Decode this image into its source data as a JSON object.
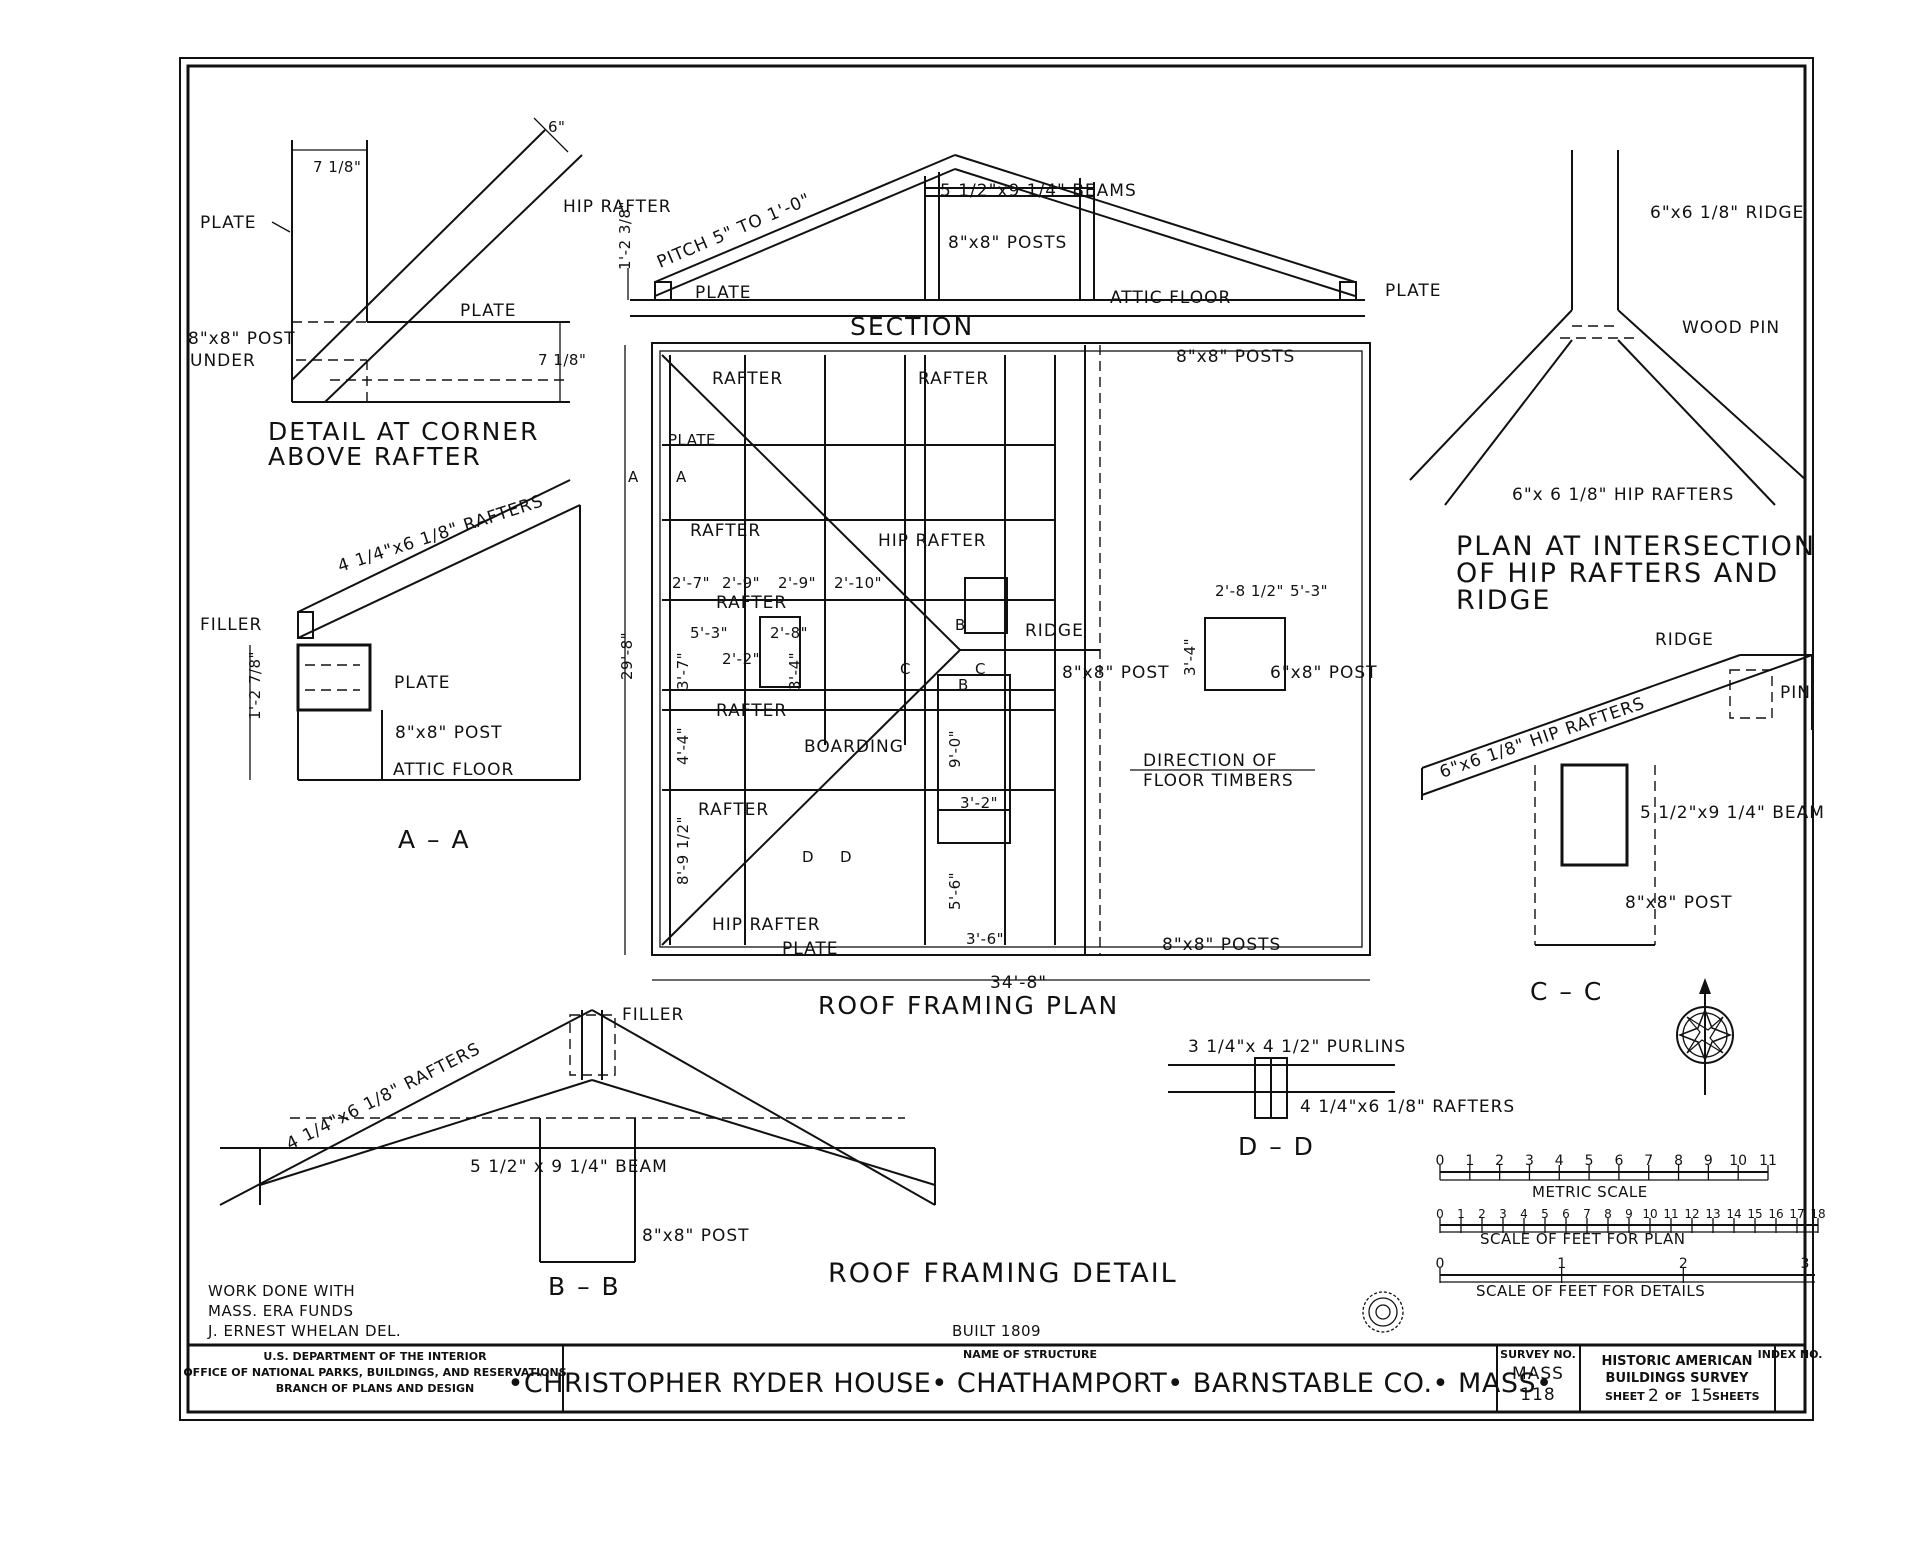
{
  "drawing": {
    "details": {
      "corner": {
        "title_1": "DETAIL AT CORNER",
        "title_2": "ABOVE RAFTER",
        "labels": [
          "PLATE",
          "HIP RAFTER",
          "PLATE",
          "8\"x8\" POST",
          "UNDER",
          "7 1/8\"",
          "6\"",
          "7 1/8\""
        ]
      },
      "section": {
        "title": "SECTION",
        "labels": [
          "PITCH 5\" TO 1'-0\"",
          "5 1/2\"x9 1/4\" BEAMS",
          "8\"x8\" POSTS",
          "PLATE",
          "ATTIC FLOOR",
          "PLATE",
          "1'-2 3/8\""
        ]
      },
      "aa": {
        "title": "A – A",
        "labels": [
          "4 1/4\"x6 1/8\" RAFTERS",
          "FILLER",
          "PLATE",
          "8\"x8\" POST",
          "ATTIC FLOOR",
          "1'-2 7/8\""
        ]
      },
      "plan": {
        "title": "ROOF FRAMING PLAN",
        "labels": [
          "RAFTER",
          "RAFTER",
          "PLATE",
          "A",
          "A",
          "RAFTER",
          "HIP RAFTER",
          "2'-7\"",
          "2'-9\"",
          "2'-9\"",
          "2'-10\"",
          "RAFTER",
          "5'-3\"",
          "2'-8\"",
          "2'-2\"",
          "3'-7\"",
          "3'-4\"",
          "C",
          "C",
          "B",
          "B",
          "RIDGE",
          "8\"x8\" POST",
          "RAFTER",
          "4'-4\"",
          "BOARDING",
          "9'-0\"",
          "3'-2\"",
          "RAFTER",
          "D",
          "D",
          "8'-9 1/2\"",
          "5'-6\"",
          "HIP RAFTER",
          "PLATE",
          "3'-6\"",
          "8\"x8\" POSTS",
          "8\"x8\" POSTS",
          "2'-8 1/2\"",
          "5'-3\"",
          "3'-4\"",
          "6\"x8\" POST",
          "DIRECTION OF",
          "FLOOR TIMBERS",
          "29'-8\"",
          "34'-8\""
        ]
      },
      "intersection": {
        "title_1": "PLAN AT INTERSECTION",
        "title_2": "OF HIP RAFTERS AND",
        "title_3": "RIDGE",
        "labels": [
          "6\"x6 1/8\" RIDGE",
          "WOOD PIN",
          "6\"x 6 1/8\" HIP RAFTERS"
        ]
      },
      "cc": {
        "title": "C – C",
        "labels": [
          "RIDGE",
          "PIN",
          "6\"x6 1/8\" HIP RAFTERS",
          "5 1/2\"x9 1/4\" BEAM",
          "8\"x8\" POST"
        ]
      },
      "framing": {
        "title": "ROOF FRAMING DETAIL",
        "labels": [
          "FILLER",
          "4 1/4\"x6 1/8\" RAFTERS",
          "5 1/2\" x 9 1/4\" BEAM",
          "8\"x8\" POST"
        ],
        "bb_title": "B – B"
      },
      "dd": {
        "title": "D – D",
        "labels": [
          "3 1/4\"x 4 1/2\" PURLINS",
          "4 1/4\"x6 1/8\" RAFTERS"
        ]
      }
    },
    "scales": {
      "metric": {
        "label": "METRIC SCALE",
        "ticks": [
          "0",
          "1",
          "2",
          "3",
          "4",
          "5",
          "6",
          "7",
          "8",
          "9",
          "10",
          "11"
        ]
      },
      "plan": {
        "label": "SCALE OF FEET FOR PLAN",
        "ticks": [
          "0",
          "1",
          "2",
          "3",
          "4",
          "5",
          "6",
          "7",
          "8",
          "9",
          "10",
          "11",
          "12",
          "13",
          "14",
          "15",
          "16",
          "17",
          "18"
        ]
      },
      "details": {
        "label": "SCALE OF FEET FOR DETAILS",
        "ticks": [
          "0",
          "1",
          "2",
          "3"
        ]
      }
    },
    "notes": {
      "credit_1": "WORK DONE WITH",
      "credit_2": "MASS. ERA FUNDS",
      "credit_3": "J. ERNEST WHELAN DEL.",
      "built": "BUILT 1809"
    }
  },
  "title_block": {
    "agency_1": "U.S. DEPARTMENT OF THE INTERIOR",
    "agency_2": "OFFICE OF NATIONAL PARKS, BUILDINGS, AND RESERVATIONS",
    "agency_3": "BRANCH OF PLANS AND DESIGN",
    "name_label": "NAME OF STRUCTURE",
    "structure_name": "•CHRISTOPHER RYDER HOUSE• CHATHAMPORT• BARNSTABLE CO.• MASS•",
    "survey_label": "SURVEY NO.",
    "survey_1": "MASS",
    "survey_2": "118",
    "habs_1": "HISTORIC AMERICAN",
    "habs_2": "BUILDINGS SURVEY",
    "sheet_word": "SHEET",
    "sheet_no": "2",
    "sheet_of": "OF",
    "sheet_total": "15",
    "sheets_word": "SHEETS",
    "index_label": "INDEX NO."
  }
}
